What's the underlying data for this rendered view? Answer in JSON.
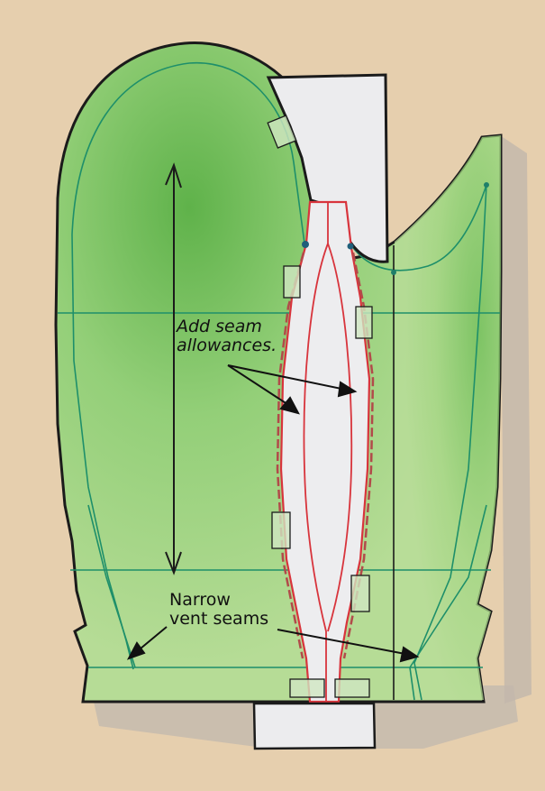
{
  "diagram": {
    "type": "sewing pattern illustration",
    "subject": "Mitten pattern with separated thumb/palm insert",
    "colors": {
      "background": "#e6cfae",
      "shadow": "#b9b0a6",
      "pattern_fill": "#a9d68a",
      "pattern_fill_dark": "#5fb24a",
      "insert_fill": "#ececee",
      "seam_red": "#d8343c",
      "guide_teal": "#1e8f6a",
      "outline": "#1b1b1b"
    },
    "annotations": {
      "seam_allowance": {
        "line1": "Add seam",
        "line2": "allowances."
      },
      "vent_seams": {
        "line1": "Narrow",
        "line2": "vent seams"
      }
    },
    "elements": [
      "mitten outer pattern piece (green)",
      "palm/thumb insert strip (white) with red seam lines",
      "top tab (white paper)",
      "bottom tab (white paper)",
      "tape pieces joining insert to pattern",
      "vertical double-headed dimension arrow",
      "horizontal teal guide lines",
      "curved teal seam guide lines",
      "vertical black reference line"
    ]
  }
}
